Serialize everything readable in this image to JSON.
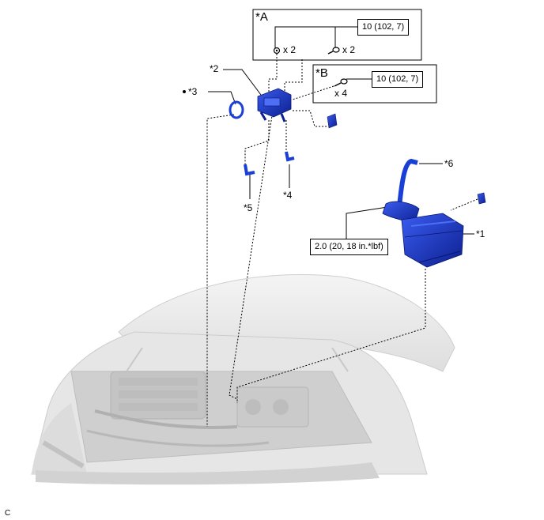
{
  "callouts": {
    "p1": "*1",
    "p2": "*2",
    "p3": "*3",
    "p4": "*4",
    "p5": "*5",
    "p6": "*6"
  },
  "boxes": {
    "a": {
      "label": "*A",
      "torque": "10 (102, 7)",
      "qty_left": "x 2",
      "qty_right": "x 2"
    },
    "b": {
      "label": "*B",
      "torque": "10 (102, 7)",
      "qty": "x 4"
    }
  },
  "torque_air_cleaner": "2.0 (20, 18 in.*lbf)",
  "corner_code": "C",
  "colors": {
    "part_blue": "#1a3fd6",
    "part_dark": "#0c1f8f",
    "line": "#000000",
    "engine_gray": "#d9d9d9"
  }
}
